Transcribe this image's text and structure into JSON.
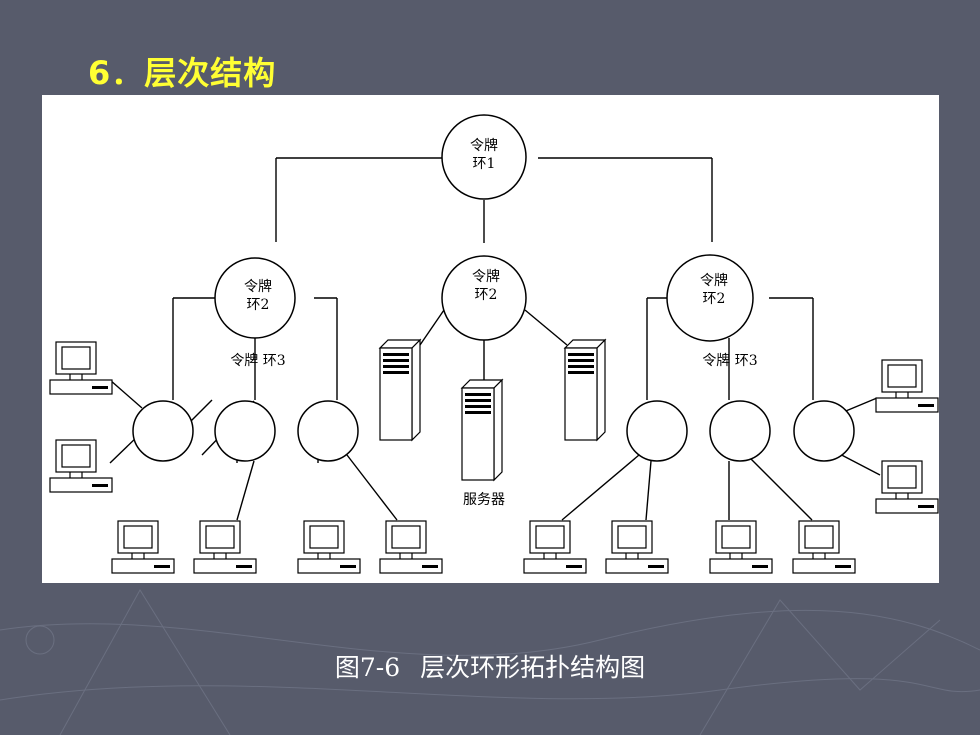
{
  "slide": {
    "title": "6．层次结构",
    "caption": {
      "figure": "图7-6",
      "text": "层次环形拓扑结构图"
    }
  },
  "diagram": {
    "ring1": {
      "line1": "令牌",
      "line2": "环1"
    },
    "ring2": {
      "line1": "令牌",
      "line2": "环2"
    },
    "ring3_label": "令牌  环3",
    "server_label": "服务器"
  },
  "colors": {
    "background": "#575b6b",
    "title": "#ffff33",
    "caption": "#ffffff",
    "diagram_bg": "#ffffff",
    "line": "#000000"
  }
}
